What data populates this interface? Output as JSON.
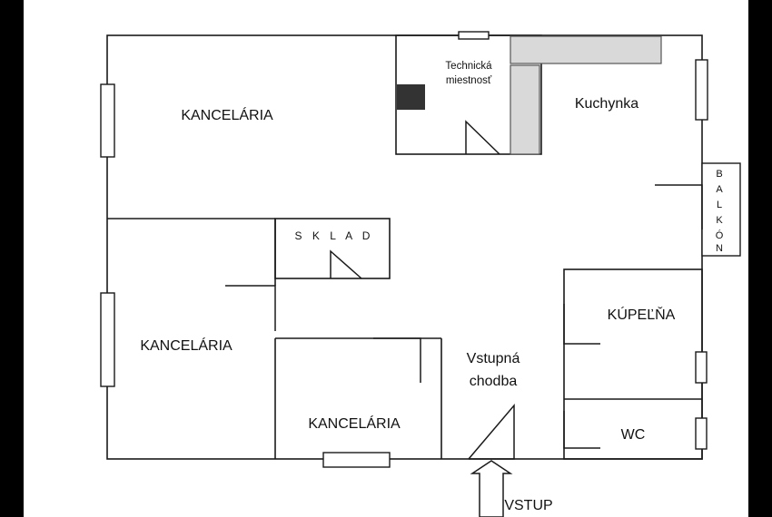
{
  "rooms": {
    "office_top": "KANCELÁRIA",
    "technical_line1": "Technická",
    "technical_line2": "miestnosť",
    "kitchen": "Kuchynka",
    "storage": "S K L A D",
    "office_left": "KANCELÁRIA",
    "office_bottom": "KANCELÁRIA",
    "hallway_line1": "Vstupná",
    "hallway_line2": "chodba",
    "bathroom": "KÚPEĽŇA",
    "wc": "WC",
    "entrance": "VSTUP"
  },
  "balcony_letters": [
    "B",
    "A",
    "L",
    "K",
    "Ó",
    "N"
  ],
  "colors": {
    "wall": "#1a1a1a",
    "counter_fill": "#d9d9d9",
    "appliance_fill": "#333333",
    "side_bars": "#000000"
  }
}
